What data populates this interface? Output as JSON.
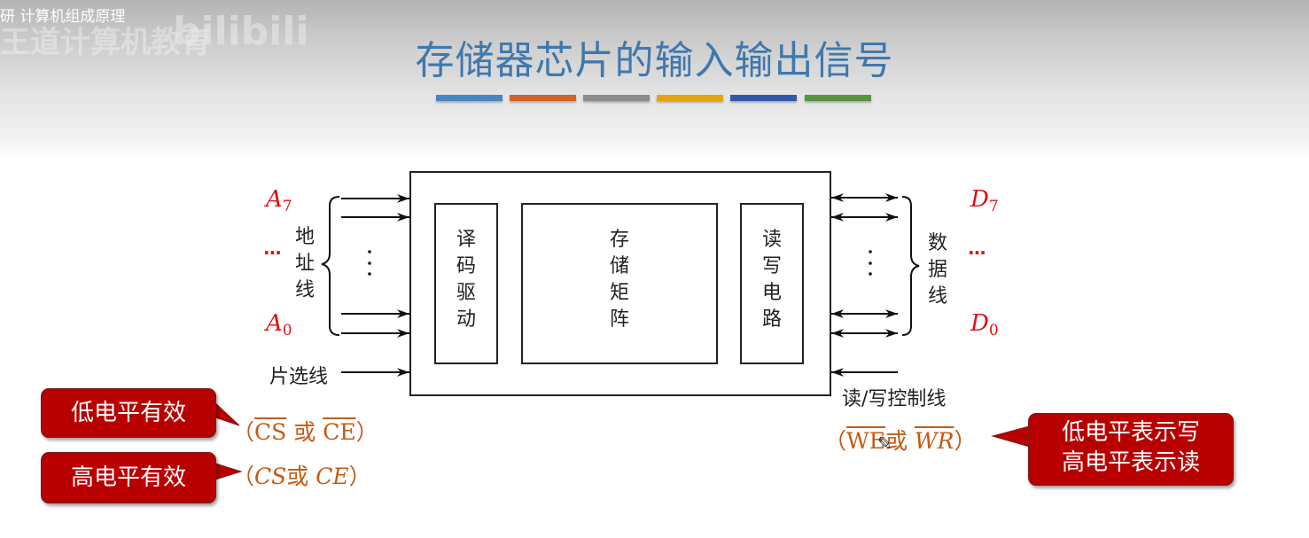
{
  "video": {
    "course_label": "研 计算机组成原理",
    "watermark": "王道计算机教育",
    "watermark_logo": "bilibili"
  },
  "slide": {
    "title": "存储器芯片的输入输出信号",
    "title_color": "#3f78ad",
    "accent_bars": [
      "#4a85c1",
      "#d0622a",
      "#8c8c8c",
      "#e3a40d",
      "#3358a6",
      "#5a9340"
    ]
  },
  "diagram": {
    "blocks": {
      "decoder": "译码驱动",
      "matrix": "存储矩阵",
      "rw_circuit": "读写电路"
    },
    "address": {
      "label": "地址线",
      "top_signal": "A",
      "top_index": "7",
      "bottom_signal": "A",
      "bottom_index": "0",
      "ellipsis": "..."
    },
    "data": {
      "label": "数据线",
      "top_signal": "D",
      "top_index": "7",
      "bottom_signal": "D",
      "bottom_index": "0",
      "ellipsis": "..."
    },
    "chip_select_label": "片选线",
    "rw_control_label": "读/写控制线"
  },
  "annotations": {
    "low_active": {
      "callout": "低电平有效",
      "open": "（",
      "sig1": "CS",
      "or": " 或 ",
      "sig2": "CE",
      "close": "）"
    },
    "high_active": {
      "callout": "高电平有效",
      "open": "（",
      "sig1": "CS",
      "or": "或 ",
      "sig2": "CE",
      "close": "）"
    },
    "rw": {
      "open": "（",
      "sig1": "WE",
      "or": "或 ",
      "sig2": "WR",
      "close": "）",
      "callout_line1": "低电平表示写",
      "callout_line2": "高电平表示读"
    },
    "callout_color": "#b80000",
    "signal_color": "#c55a11"
  }
}
